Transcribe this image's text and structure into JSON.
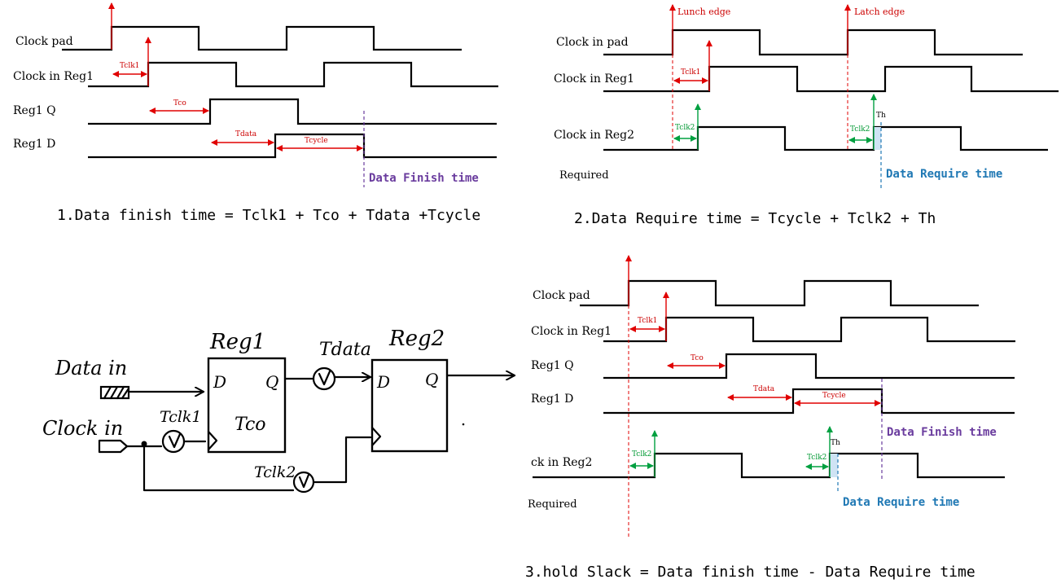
{
  "panel1": {
    "signals": {
      "clock_pad": "Clock pad",
      "clock_in_reg1": "Clock in Reg1",
      "reg1_q": "Reg1 Q",
      "reg1_d": "Reg1 D"
    },
    "labels": {
      "tclk1": "Tclk1",
      "tco": "Tco",
      "tdata": "Tdata",
      "tcycle": "Tcycle"
    },
    "marker": "Data Finish time",
    "formula": "1.Data finish time = Tclk1 + Tco + Tdata +Tcycle"
  },
  "panel2": {
    "signals": {
      "clock_in_pad": "Clock in pad",
      "clock_in_reg1": "Clock in Reg1",
      "clock_in_reg2": "Clock in Reg2",
      "required": "Required"
    },
    "edges": {
      "launch": "Lunch edge",
      "latch": "Latch edge"
    },
    "labels": {
      "tclk1": "Tclk1",
      "tclk2": "Tclk2",
      "tclk2b": "Tclk2",
      "th": "Th"
    },
    "marker": "Data Require time",
    "formula": "2.Data Require time = Tcycle + Tclk2 + Th"
  },
  "schematic": {
    "reg1": "Reg1",
    "reg2": "Reg2",
    "data_in": "Data in",
    "clock_in": "Clock in",
    "tclk1": "Tclk1",
    "tclk2": "Tclk2",
    "tdata": "Tdata",
    "tco": "Tco",
    "d1": "D",
    "q1": "Q",
    "d2": "D",
    "q2": "Q"
  },
  "panel3": {
    "signals": {
      "clock_pad": "Clock pad",
      "clock_in_reg1": "Clock in Reg1",
      "reg1_q": "Reg1 Q",
      "reg1_d": "Reg1 D",
      "clock_in_reg2": "ck in Reg2",
      "required": "Required"
    },
    "labels": {
      "tclk1": "Tclk1",
      "tco": "Tco",
      "tdata": "Tdata",
      "tcycle": "Tcycle",
      "tclk2": "Tclk2",
      "tclk2b": "Tclk2",
      "th": "Th"
    },
    "marker_finish": "Data Finish time",
    "marker_require": "Data Require time",
    "formula": "3.hold Slack =  Data finish time - Data Require time"
  }
}
